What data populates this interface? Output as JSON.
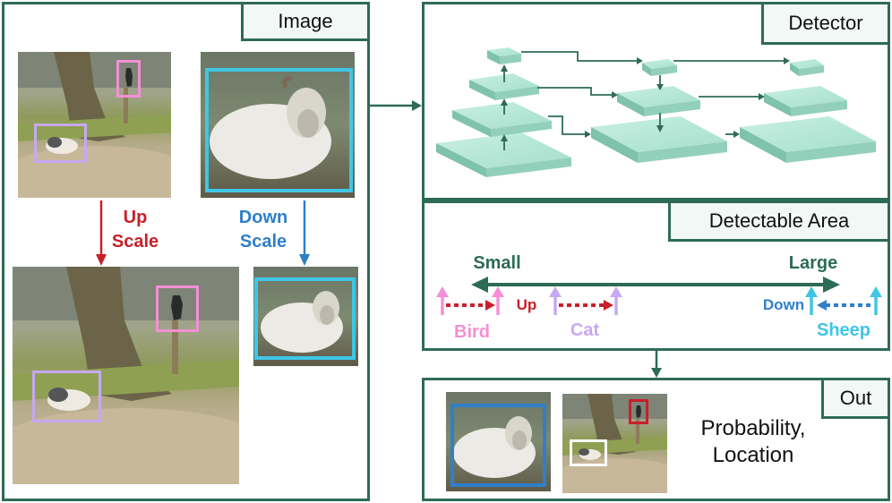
{
  "panels": {
    "image": "Image",
    "detector": "Detector",
    "detectable_area": "Detectable Area",
    "out": "Out"
  },
  "scaling": {
    "up_line1": "Up",
    "up_line2": "Scale",
    "down_line1": "Down",
    "down_line2": "Scale"
  },
  "scale_axis": {
    "small": "Small",
    "large": "Large",
    "up": "Up",
    "down": "Down",
    "bird": "Bird",
    "cat": "Cat",
    "sheep": "Sheep"
  },
  "output": {
    "line1": "Probability,",
    "line2": "Location"
  },
  "colors": {
    "frame": "#2e6b55",
    "bird": "#f48fd6",
    "cat": "#c7a8f2",
    "sheep": "#3fc6e6",
    "up": "#c8202a",
    "down": "#2f7fc9",
    "layer": "#a8e3cf"
  }
}
